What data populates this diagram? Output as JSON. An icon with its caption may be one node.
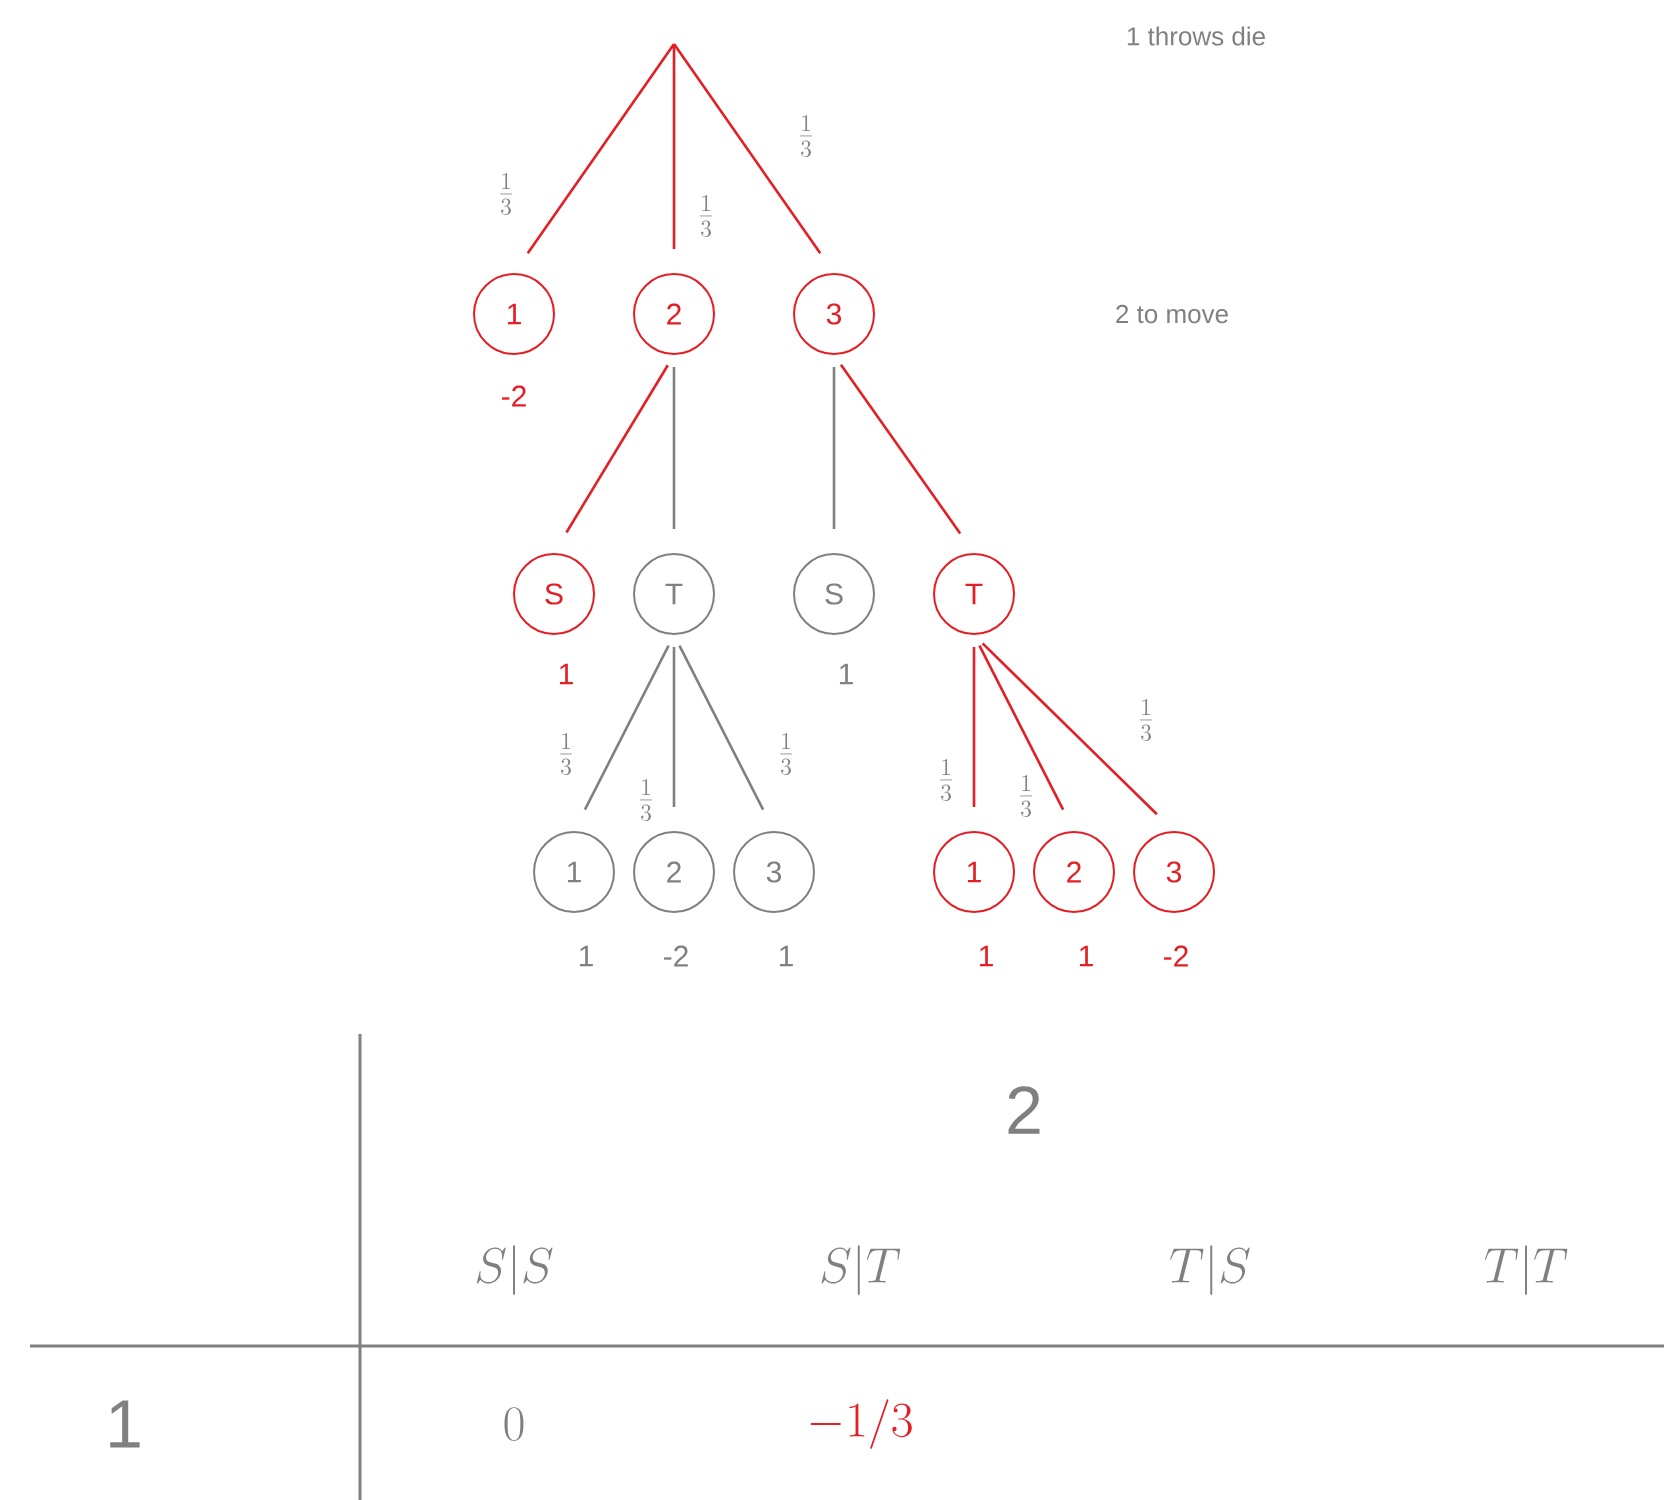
{
  "diagram": {
    "nodes": [
      {
        "text": [
          "1"
        ],
        "beside": [
          "-2"
        ]
      },
      {
        "text": [
          "2"
        ]
      },
      {
        "text": [
          "3"
        ]
      },
      {
        "text": [
          "S"
        ],
        "beside": [
          "1"
        ]
      },
      {
        "text": [
          "T"
        ]
      },
      {
        "text": [
          "S"
        ],
        "beside": [
          "1"
        ]
      },
      {
        "text": [
          "T"
        ]
      },
      {
        "text": [
          "1"
        ],
        "beside": [
          "1"
        ]
      },
      {
        "text": [
          "2"
        ],
        "beside": [
          "-2"
        ]
      },
      {
        "text": [
          "3"
        ],
        "beside": [
          "1"
        ]
      },
      {
        "text": [
          "1"
        ],
        "beside": [
          "1"
        ]
      },
      {
        "text": [
          "2"
        ],
        "beside": [
          "1"
        ]
      },
      {
        "text": [
          "3"
        ],
        "beside": [
          "-2"
        ]
      }
    ],
    "edges": [
      {
        "from": null,
        "to": 0,
        "arrow": "none",
        "label": "\\frac{1}{3}"
      },
      {
        "from": null,
        "to": 1,
        "arrow": "none",
        "label": "\\frac{1}{3}"
      },
      {
        "from": null,
        "to": 2,
        "arrow": "none",
        "label": "\\frac{1}{3}"
      },
      {
        "from": 1,
        "to": 3,
        "arrow": "none"
      },
      {
        "from": 1,
        "to": 4,
        "arrow": "none",
        "color": "#808080"
      },
      {
        "from": 2,
        "to": 5,
        "arrow": "none",
        "color": "#808080"
      },
      {
        "from": 2,
        "to": 6,
        "arrow": "none"
      },
      {
        "from": 4,
        "to": 7,
        "arrow": "none",
        "color": "#808080",
        "label": "\\frac{1}{3}"
      },
      {
        "from": 4,
        "to": 8,
        "arrow": "none",
        "color": "#808080",
        "label": "\\frac{1}{3}"
      },
      {
        "from": 4,
        "to": 9,
        "arrow": "none",
        "color": "#808080",
        "label": "\\frac{1}{3}"
      },
      {
        "from": 6,
        "to": 10,
        "arrow": "none",
        "label": "\\frac{1}{3}"
      },
      {
        "from": 6,
        "to": 11,
        "arrow": "none",
        "label": "\\frac{1}{3}"
      },
      {
        "from": 6,
        "to": 12,
        "arrow": "none",
        "label": "\\frac{1}{3}"
      }
    ],
    "labels": [
      "1 throws die",
      "2 to move",
      "2",
      "S|S",
      "S|T",
      "T|S",
      "T|T",
      "1",
      "0",
      "-1/3"
    ]
  }
}
